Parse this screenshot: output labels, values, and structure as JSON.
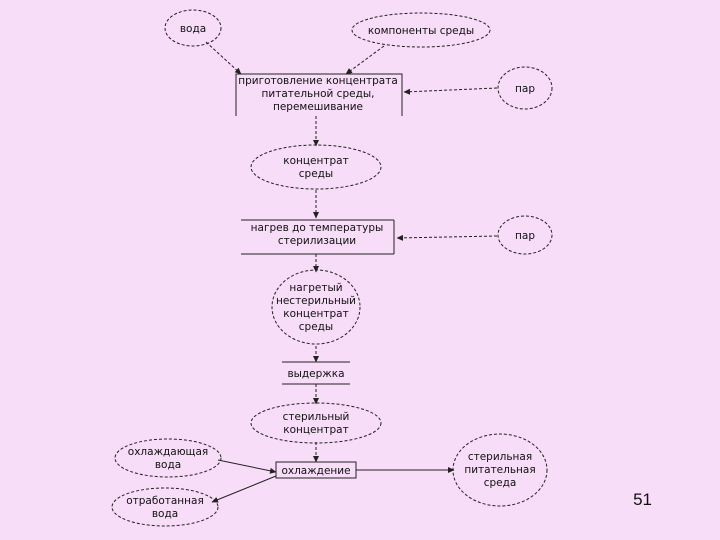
{
  "nodes": {
    "water": {
      "lines": [
        "вода"
      ]
    },
    "medium_components": {
      "lines": [
        "компоненты среды"
      ]
    },
    "preparation": {
      "lines": [
        "приготовление концентрата",
        "питательной среды,",
        "перемешивание"
      ]
    },
    "steam_1": {
      "lines": [
        "пар"
      ]
    },
    "medium_concentrate": {
      "lines": [
        "концентрат",
        "среды"
      ]
    },
    "heating": {
      "lines": [
        "нагрев до температуры",
        "стерилизации"
      ]
    },
    "steam_2": {
      "lines": [
        "пар"
      ]
    },
    "heated_concentrate": {
      "lines": [
        "нагретый",
        "нестерильный",
        "концентрат",
        "среды"
      ]
    },
    "holding": {
      "lines": [
        "выдержка"
      ]
    },
    "sterile_concentrate": {
      "lines": [
        "стерильный",
        "концентрат"
      ]
    },
    "cooling_water": {
      "lines": [
        "охлаждающая",
        "вода"
      ]
    },
    "cooling": {
      "lines": [
        "охлаждение"
      ]
    },
    "waste_water": {
      "lines": [
        "отработанная",
        "вода"
      ]
    },
    "sterile_medium": {
      "lines": [
        "стерильная",
        "питательная",
        "среда"
      ]
    }
  },
  "page_number": "51",
  "colors": {
    "background": "#f7ddf7",
    "stroke": "#222222"
  }
}
